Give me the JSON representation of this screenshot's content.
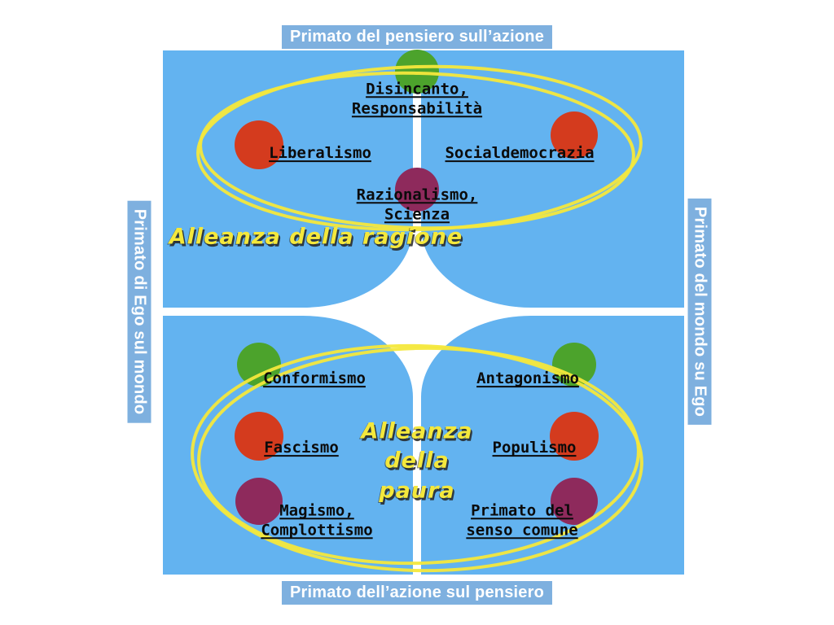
{
  "colors": {
    "background": "#ffffff",
    "quadrant_blue": "#63B3F0",
    "badge_blue": "#7EB0DF",
    "badge_text": "#ffffff",
    "node_green": "#4CA32C",
    "node_red": "#D43B1E",
    "node_purple": "#8E2A5C",
    "highlight_yellow": "#F4E83C",
    "label_black": "#0b0b0b"
  },
  "axes": {
    "top": "Primato del pensiero sull’azione",
    "bottom": "Primato dell’azione sul pensiero",
    "left": "Primato di Ego sul mondo",
    "right": "Primato del mondo su Ego"
  },
  "alliances": {
    "reason": "Alleanza della ragione",
    "fear": "Alleanza\ndella\npaura"
  },
  "nodes": [
    {
      "id": "disincanto",
      "label": "Disincanto,\nResponsabilità",
      "color": "green",
      "quadrant": "top"
    },
    {
      "id": "liberalismo",
      "label": "Liberalismo",
      "color": "red",
      "quadrant": "top-left"
    },
    {
      "id": "socialdemocrazia",
      "label": "Socialdemocrazia",
      "color": "red",
      "quadrant": "top-right"
    },
    {
      "id": "razionalismo",
      "label": "Razionalismo,\nScienza",
      "color": "purple",
      "quadrant": "top"
    },
    {
      "id": "conformismo",
      "label": "Conformismo",
      "color": "green",
      "quadrant": "bottom-left"
    },
    {
      "id": "antagonismo",
      "label": "Antagonismo",
      "color": "green",
      "quadrant": "bottom-right"
    },
    {
      "id": "fascismo",
      "label": "Fascismo",
      "color": "red",
      "quadrant": "bottom-left"
    },
    {
      "id": "populismo",
      "label": "Populismo",
      "color": "red",
      "quadrant": "bottom-right"
    },
    {
      "id": "magismo",
      "label": "Magismo,\nComplottismo",
      "color": "purple",
      "quadrant": "bottom-left"
    },
    {
      "id": "primato_senso",
      "label": "Primato del\nsenso comune",
      "color": "purple",
      "quadrant": "bottom-right"
    }
  ]
}
